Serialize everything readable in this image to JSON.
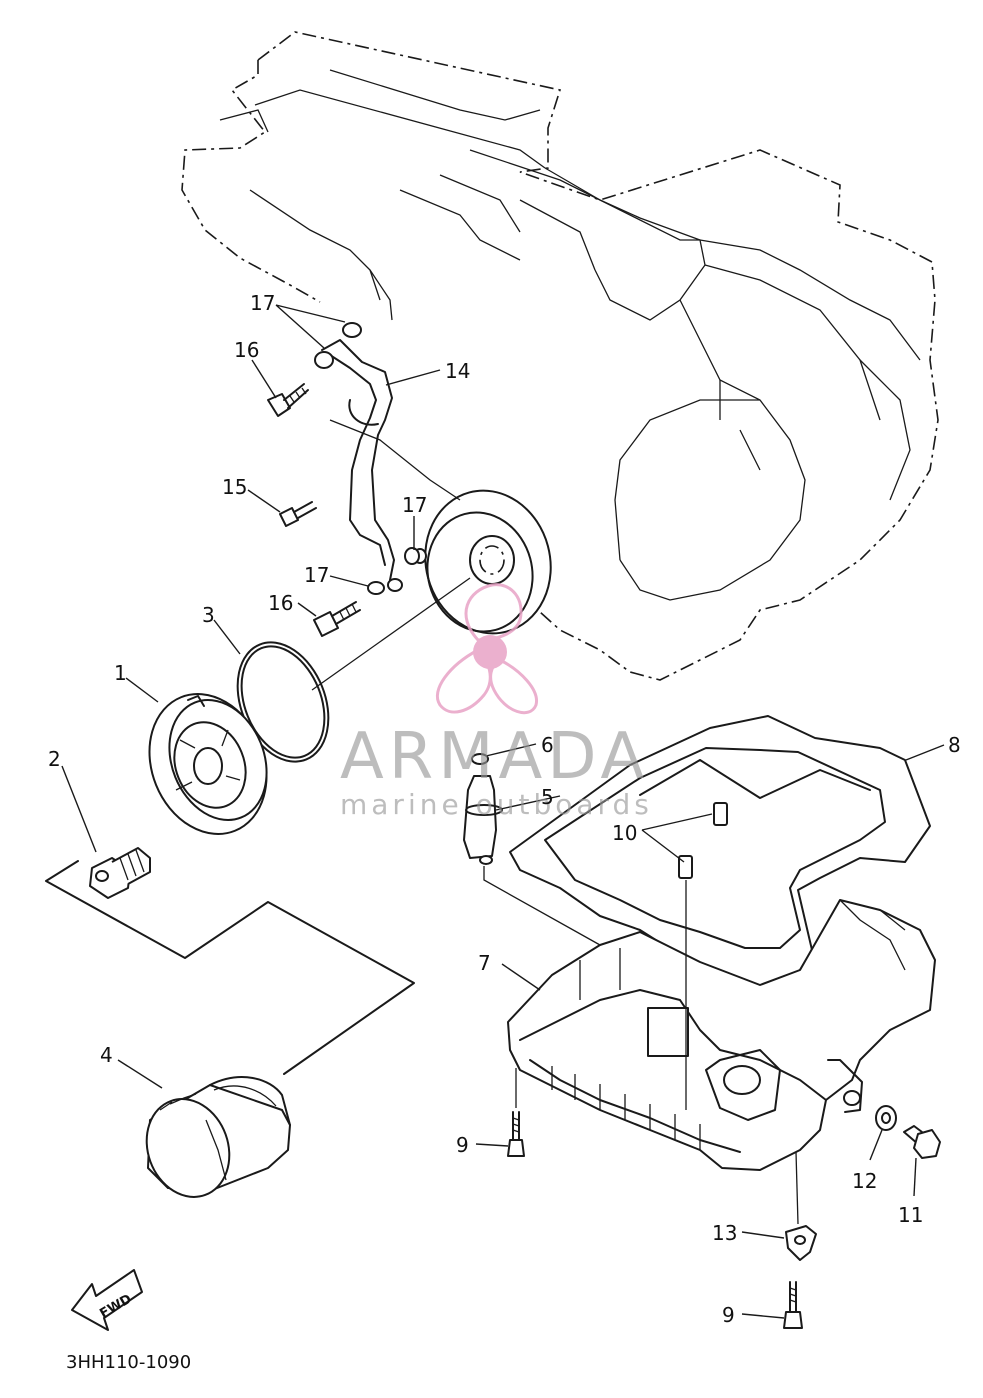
{
  "diagram_code": "3HH110-1090",
  "fwd_label": "FWD",
  "watermark": {
    "brand": "ARMADA",
    "tagline": "marine outboards",
    "brand_color": "#999999",
    "logo_color": "#e8a3c6"
  },
  "callouts": [
    {
      "id": "callout-1",
      "text": "1"
    },
    {
      "id": "callout-2",
      "text": "2"
    },
    {
      "id": "callout-3",
      "text": "3"
    },
    {
      "id": "callout-4",
      "text": "4"
    },
    {
      "id": "callout-5",
      "text": "5"
    },
    {
      "id": "callout-6",
      "text": "6"
    },
    {
      "id": "callout-7",
      "text": "7"
    },
    {
      "id": "callout-8",
      "text": "8"
    },
    {
      "id": "callout-9a",
      "text": "9"
    },
    {
      "id": "callout-9b",
      "text": "9"
    },
    {
      "id": "callout-10",
      "text": "10"
    },
    {
      "id": "callout-11",
      "text": "11"
    },
    {
      "id": "callout-12",
      "text": "12"
    },
    {
      "id": "callout-13",
      "text": "13"
    },
    {
      "id": "callout-14",
      "text": "14"
    },
    {
      "id": "callout-15",
      "text": "15"
    },
    {
      "id": "callout-16a",
      "text": "16"
    },
    {
      "id": "callout-16b",
      "text": "16"
    },
    {
      "id": "callout-17a",
      "text": "17"
    },
    {
      "id": "callout-17b",
      "text": "17"
    },
    {
      "id": "callout-17c",
      "text": "17"
    }
  ]
}
